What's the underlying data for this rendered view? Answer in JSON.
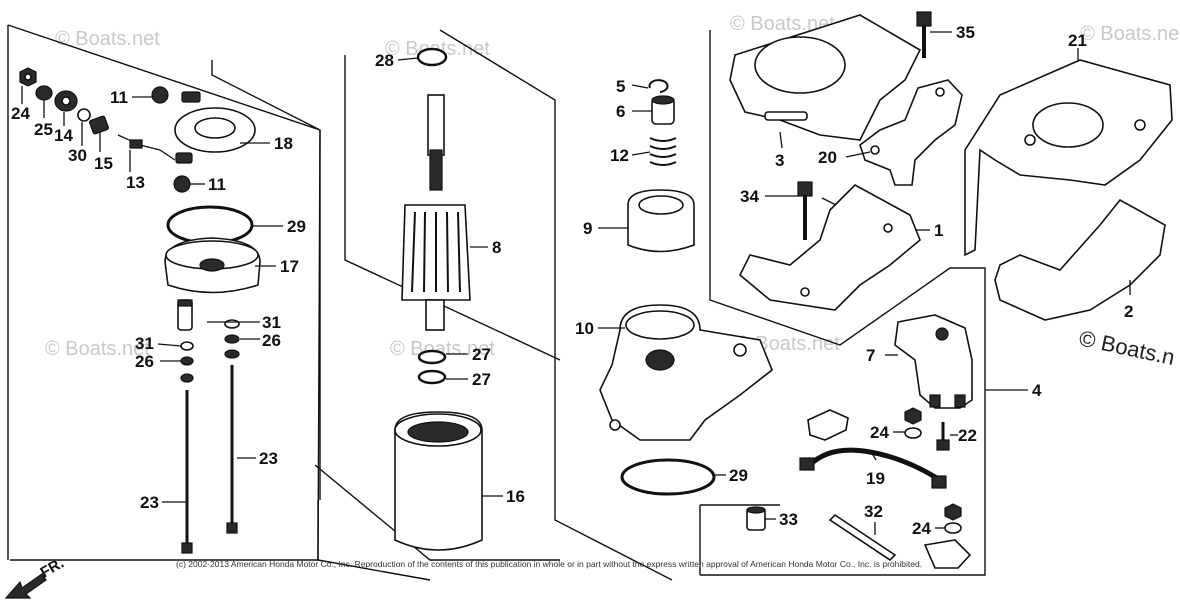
{
  "diagram": {
    "callouts": {
      "c1": "1",
      "c2": "2",
      "c3": "3",
      "c4": "4",
      "c5": "5",
      "c6": "6",
      "c7": "7",
      "c8": "8",
      "c9": "9",
      "c10": "10",
      "c11a": "11",
      "c11b": "11",
      "c12": "12",
      "c13": "13",
      "c14": "14",
      "c15": "15",
      "c16": "16",
      "c17": "17",
      "c18": "18",
      "c19": "19",
      "c20": "20",
      "c21": "21",
      "c22": "22",
      "c23a": "23",
      "c23b": "23",
      "c24a": "24",
      "c24b": "24",
      "c24c": "24",
      "c25": "25",
      "c26a": "26",
      "c26b": "26",
      "c27a": "27",
      "c27b": "27",
      "c28": "28",
      "c29a": "29",
      "c29b": "29",
      "c30": "30",
      "c31a": "31",
      "c31b": "31",
      "c32": "32",
      "c33": "33",
      "c34": "34",
      "c35": "35"
    },
    "watermarks": {
      "w1": "© Boats.net",
      "w2": "© Boats.net",
      "w3": "© Boats.net",
      "w4": "© Boats.net",
      "w5": "© Boats.net",
      "w6": "© Boats.net",
      "w7": "© Boats.net"
    },
    "watermark_large": "© Boats.n",
    "copyright": "(c) 2002-2013 American Honda Motor Co., Inc. Reproduction of the contents of this publication in whole or in part without the express written approval of American Honda Motor Co., Inc. is prohibited.",
    "direction_label": "FR."
  }
}
